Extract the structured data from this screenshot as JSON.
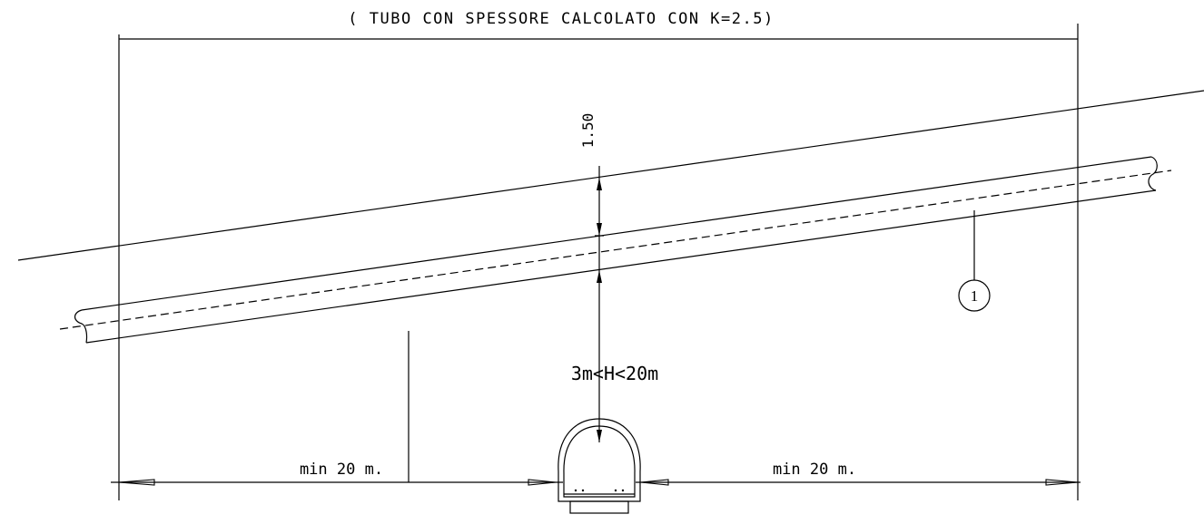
{
  "header_note": "( TUBO CON SPESSORE CALCOLATO CON K=2.5)",
  "cover_depth": "1.50",
  "height_range": "3m<H<20m",
  "distance_left": "min 20 m.",
  "distance_right": "min 20 m.",
  "pipe_callout_number": "1",
  "line_color": "#000000",
  "background_color": "#ffffff"
}
